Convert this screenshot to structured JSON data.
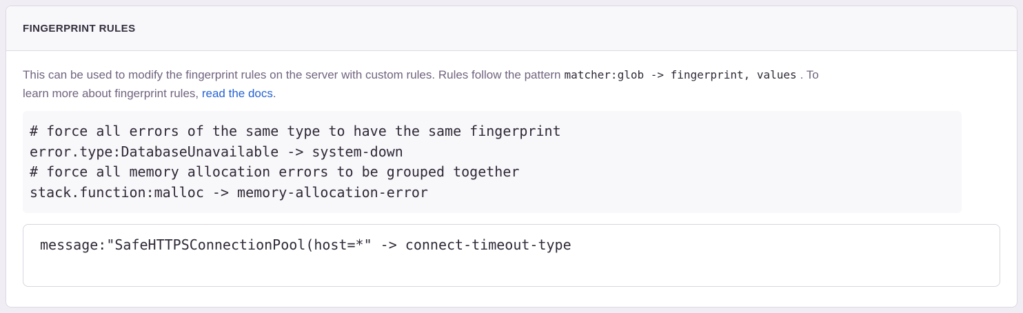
{
  "panel": {
    "title": "FINGERPRINT RULES",
    "description": {
      "text_before_pattern": "This can be used to modify the fingerprint rules on the server with custom rules. Rules follow the pattern",
      "pattern_code": "matcher:glob -> fingerprint, values",
      "text_after_pattern": ". To",
      "text_line2": "learn more about fingerprint rules, ",
      "link_label": "read the docs",
      "text_after_link": "."
    },
    "code_example": "# force all errors of the same type to have the same fingerprint\nerror.type:DatabaseUnavailable -> system-down\n# force all memory allocation errors to be grouped together\nstack.function:malloc -> memory-allocation-error",
    "rules_textarea_value": "message:\"SafeHTTPSConnectionPool(host=*\" -> connect-timeout-type"
  },
  "colors": {
    "page_background": "#f0eef4",
    "panel_border": "#dcd8e1",
    "header_background": "#f8f7fa",
    "code_background": "#f8f7fa",
    "text_dark": "#2f2936",
    "text_muted": "#71637e",
    "link": "#2562d4"
  }
}
